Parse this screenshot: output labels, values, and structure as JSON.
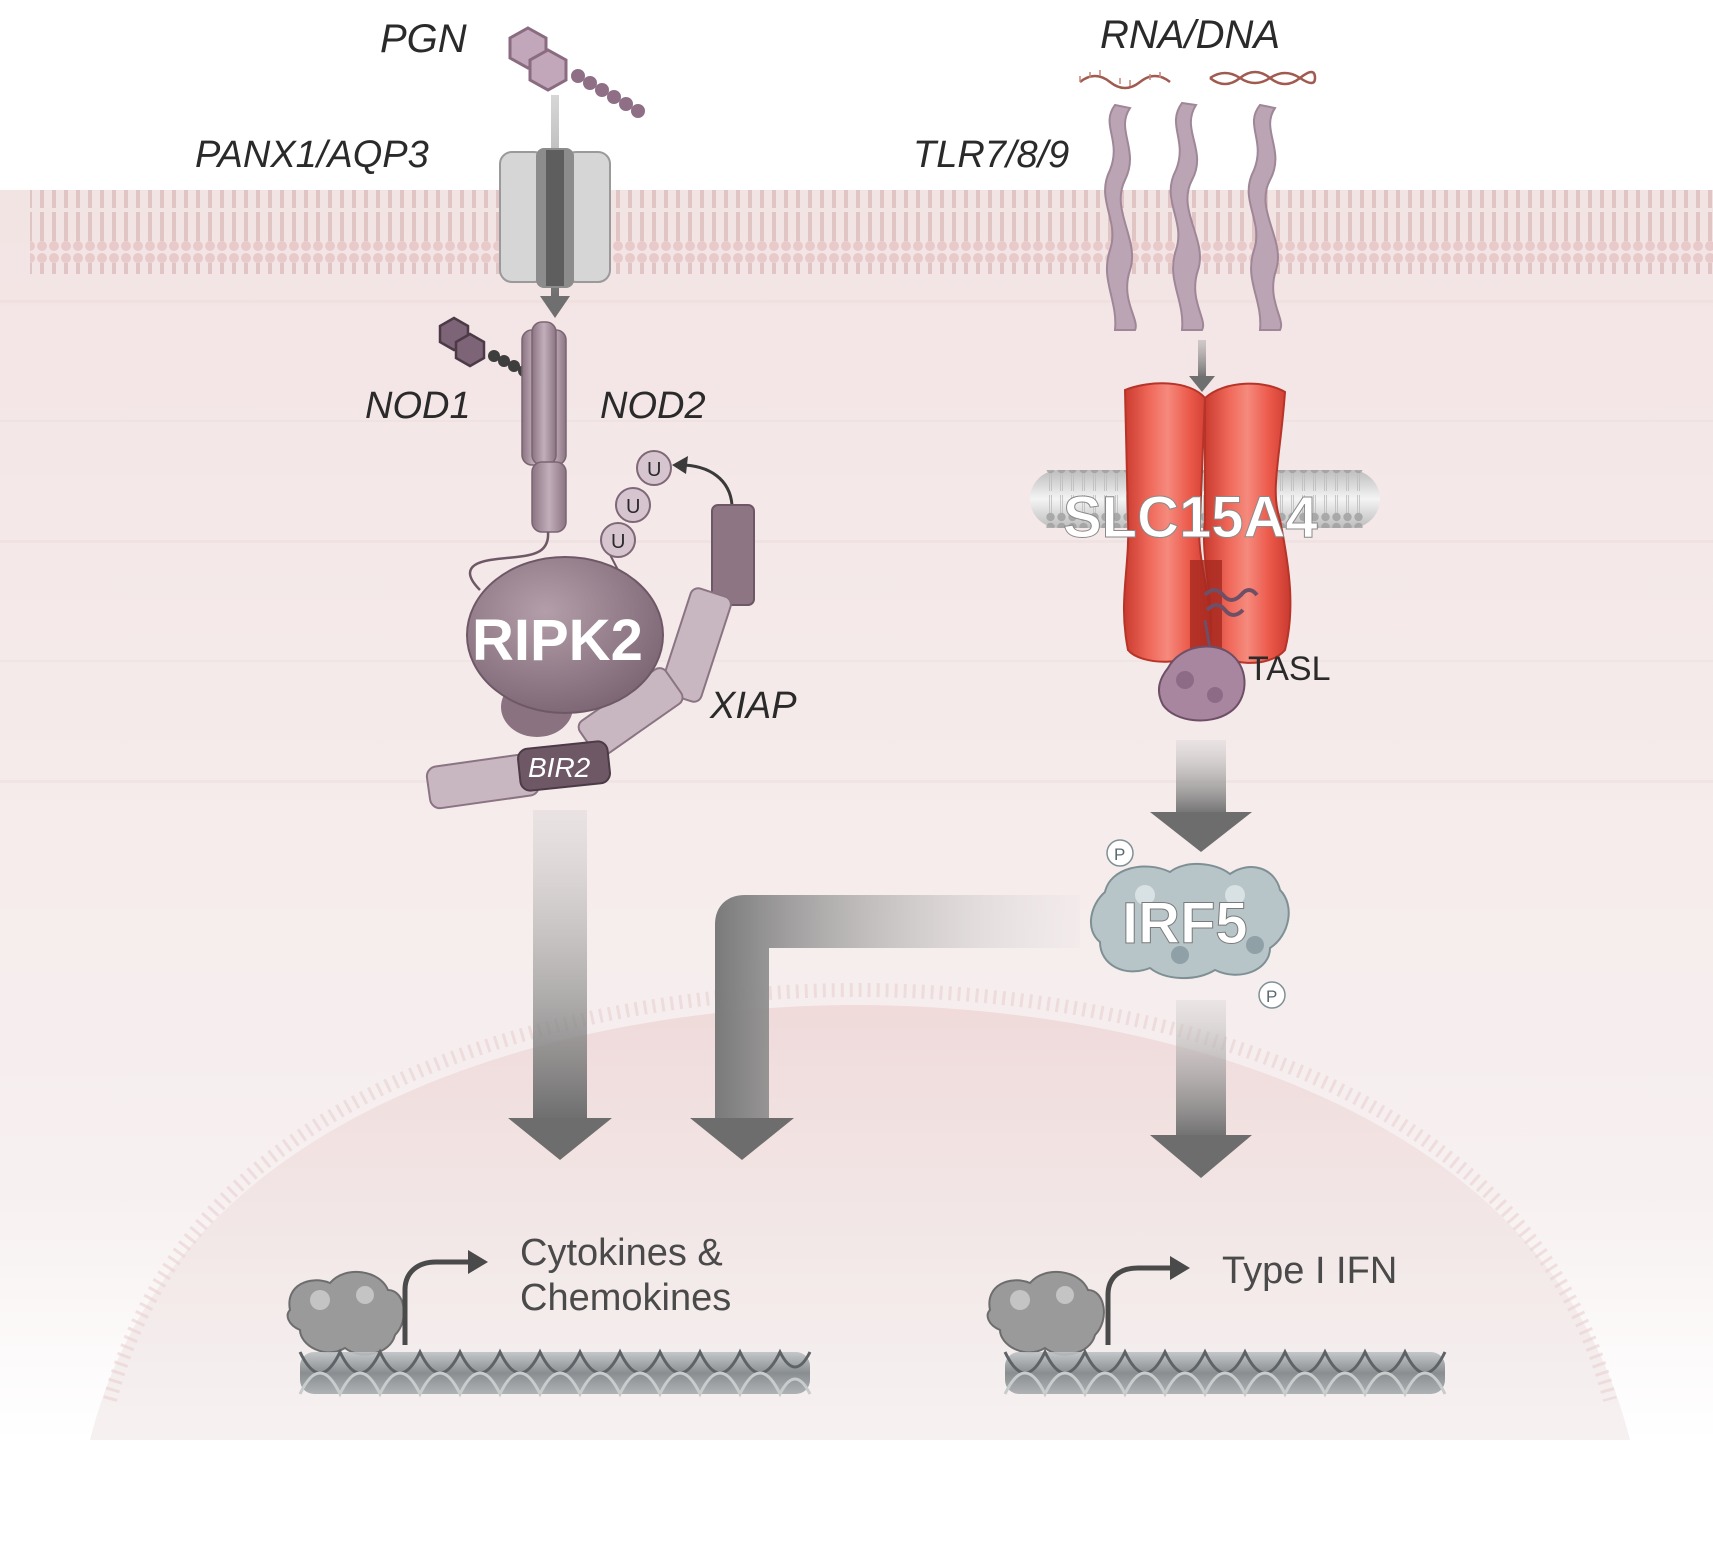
{
  "labels": {
    "pgn": "PGN",
    "panx": "PANX1/AQP3",
    "nod1": "NOD1",
    "nod2": "NOD2",
    "ripk2": "RIPK2",
    "xiap": "XIAP",
    "bir2": "BIR2",
    "ub": "U",
    "rna_dna": "RNA/DNA",
    "tlr": "TLR7/8/9",
    "slc": "SLC15A4",
    "tasl": "TASL",
    "irf5": "IRF5",
    "phos": "P",
    "cyto1": "Cytokines &",
    "cyto2": "Chemokines",
    "ifn": "Type I IFN"
  },
  "colors": {
    "membrane": "#f1dede",
    "membrane_line": "#d7b3b3",
    "cytoplasm": "#f6efef",
    "nucleus": "#f1e2e2",
    "purple": "#8d7583",
    "purple_light": "#c7b3bf",
    "slc_red": "#e9584a",
    "irf_gray": "#a9b9bd",
    "arrow_gray": "#6f6f6f",
    "dna_gray": "#8a8f92"
  }
}
